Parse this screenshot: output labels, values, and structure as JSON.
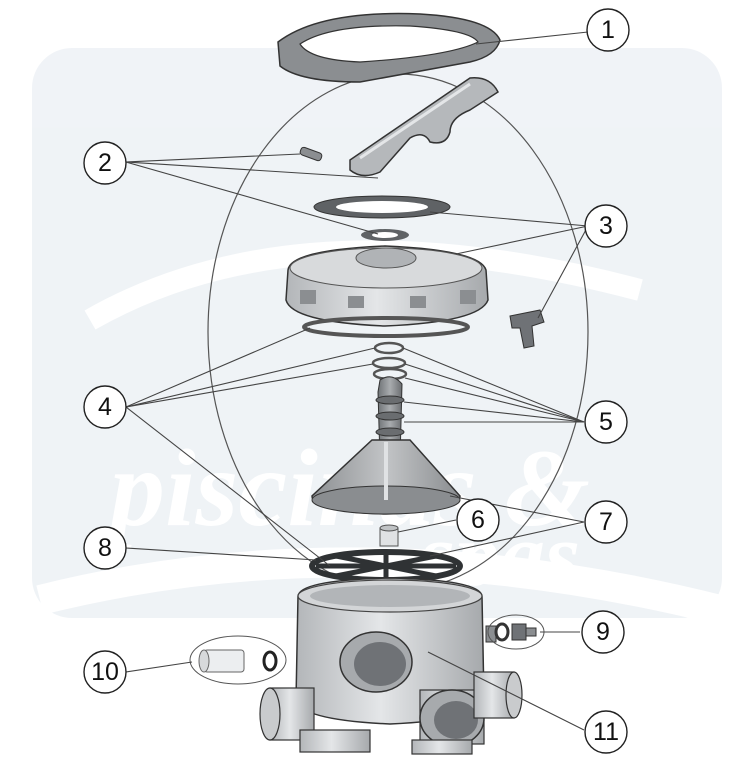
{
  "callouts": [
    {
      "id": "1",
      "label": "1"
    },
    {
      "id": "2",
      "label": "2"
    },
    {
      "id": "3",
      "label": "3"
    },
    {
      "id": "4",
      "label": "4"
    },
    {
      "id": "5",
      "label": "5"
    },
    {
      "id": "6",
      "label": "6"
    },
    {
      "id": "7",
      "label": "7"
    },
    {
      "id": "8",
      "label": "8"
    },
    {
      "id": "9",
      "label": "9"
    },
    {
      "id": "10",
      "label": "10"
    },
    {
      "id": "11",
      "label": "11"
    }
  ],
  "watermark": {
    "line1": "piscinas &",
    "line2": "spas"
  },
  "colors": {
    "part_fill": "#c9cbcd",
    "part_dark": "#9fa2a5",
    "part_shadow": "#7b7e82",
    "outline": "#3a3a3a",
    "watermark": "#e7edf3"
  }
}
